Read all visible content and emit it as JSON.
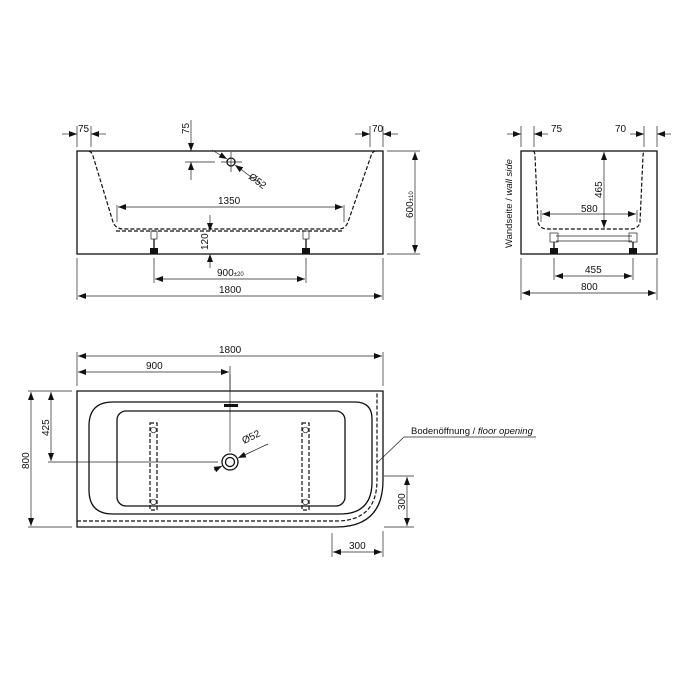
{
  "drawing": {
    "front_view": {
      "dims": {
        "rim_left": "75",
        "rim_right": "70",
        "overflow_height": "75",
        "overflow_diameter": "Ø52",
        "interior_bottom_length": "1350",
        "foot_height": "120",
        "feet_spacing": "900",
        "feet_spacing_tol": "±20",
        "total_length": "1800",
        "total_height": "600",
        "total_height_tol": "±10"
      }
    },
    "side_view": {
      "wall_label": "Wandseite",
      "wall_label_en": "wall side",
      "label_separator": " / ",
      "dims": {
        "rim_left": "75",
        "rim_right": "70",
        "depth": "465",
        "interior_bottom_width": "580",
        "feet_spacing": "455",
        "total_width": "800"
      }
    },
    "top_view": {
      "dims": {
        "total_length": "1800",
        "drain_x": "900",
        "drain_y": "425",
        "total_width": "800",
        "drain_diameter": "Ø52",
        "corner_radius_y": "300",
        "corner_radius_x": "300"
      },
      "floor_opening_label": "Bodenöffnung",
      "floor_opening_label_en": "floor opening"
    }
  }
}
